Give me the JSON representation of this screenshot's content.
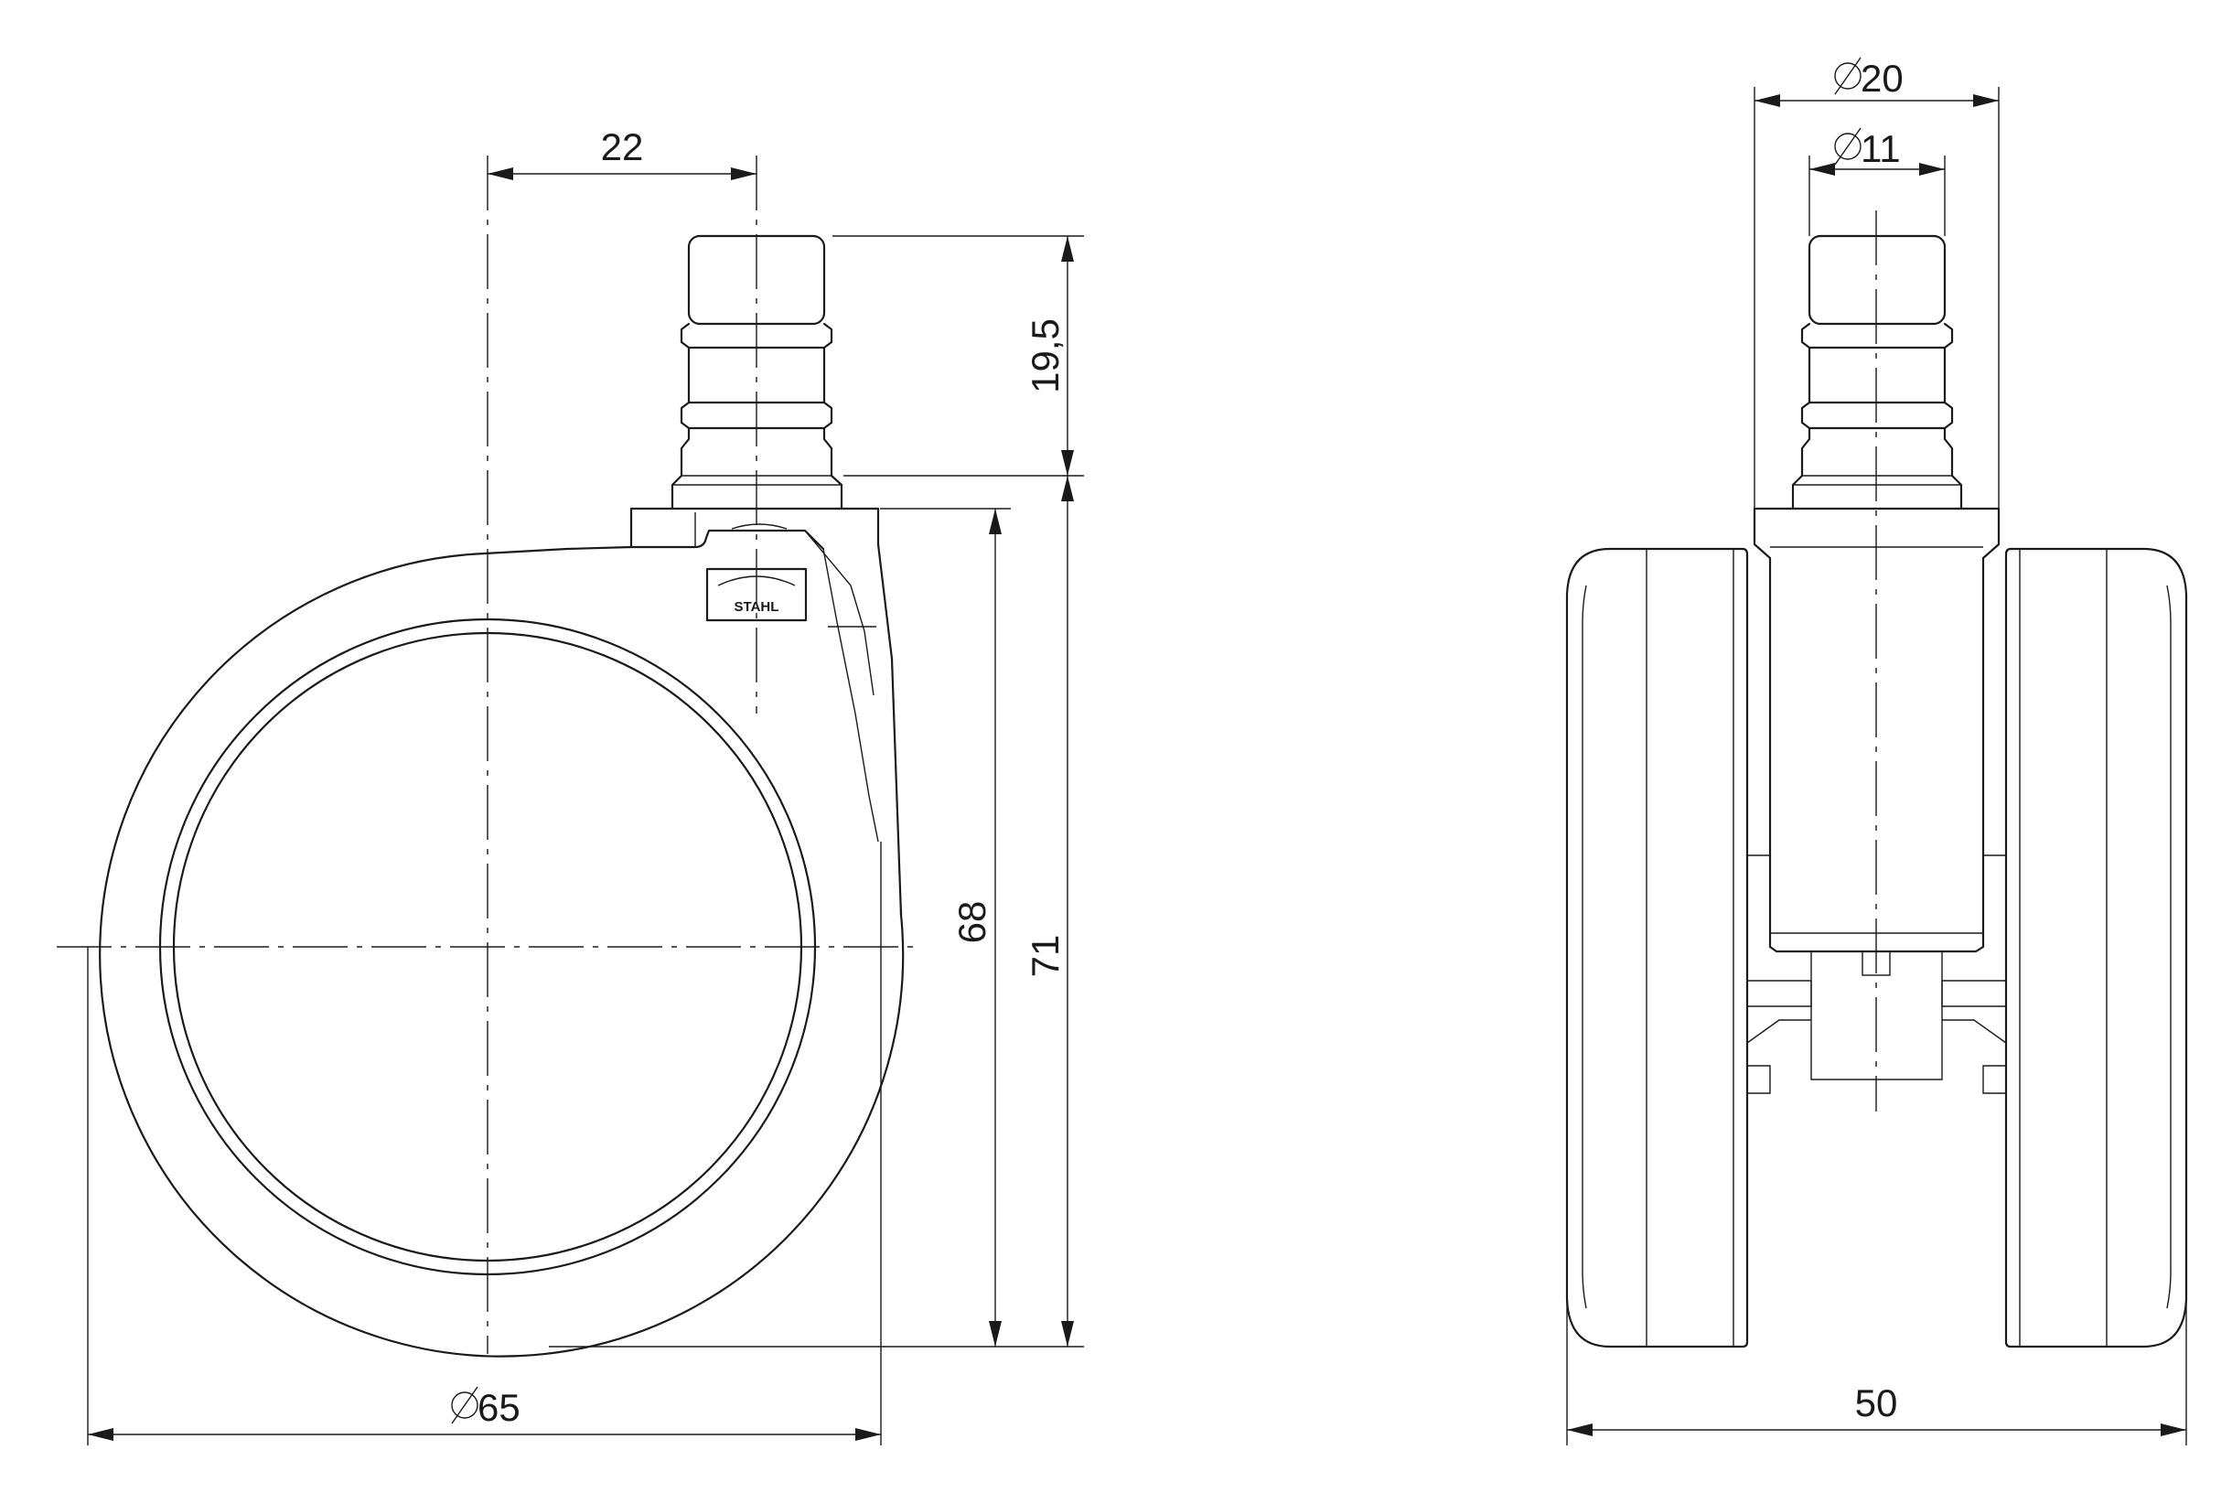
{
  "dimensions": {
    "wheel_diameter": "65",
    "stem_offset": "22",
    "stem_height": "19,5",
    "height_to_plate": "68",
    "total_height": "71",
    "plate_diameter": "20",
    "stem_diameter": "11",
    "overall_width": "50"
  },
  "logo": {
    "text": "STAHL"
  },
  "colors": {
    "line": "#1a1a1a",
    "background": "#ffffff"
  }
}
